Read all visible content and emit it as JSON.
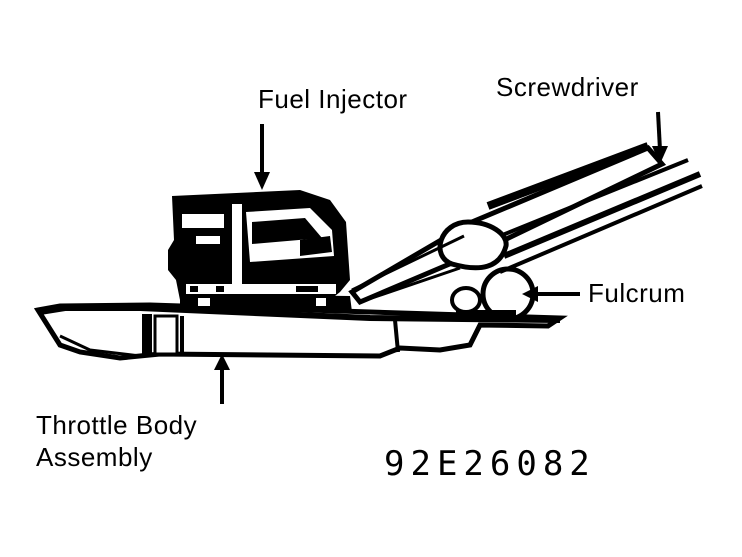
{
  "labels": {
    "fuel_injector": "Fuel Injector",
    "screwdriver": "Screwdriver",
    "fulcrum": "Fulcrum",
    "throttle_body_line1": "Throttle Body",
    "throttle_body_line2": "Assembly"
  },
  "figure_code": "92E26082",
  "colors": {
    "ink": "#000000",
    "paper": "#ffffff"
  }
}
